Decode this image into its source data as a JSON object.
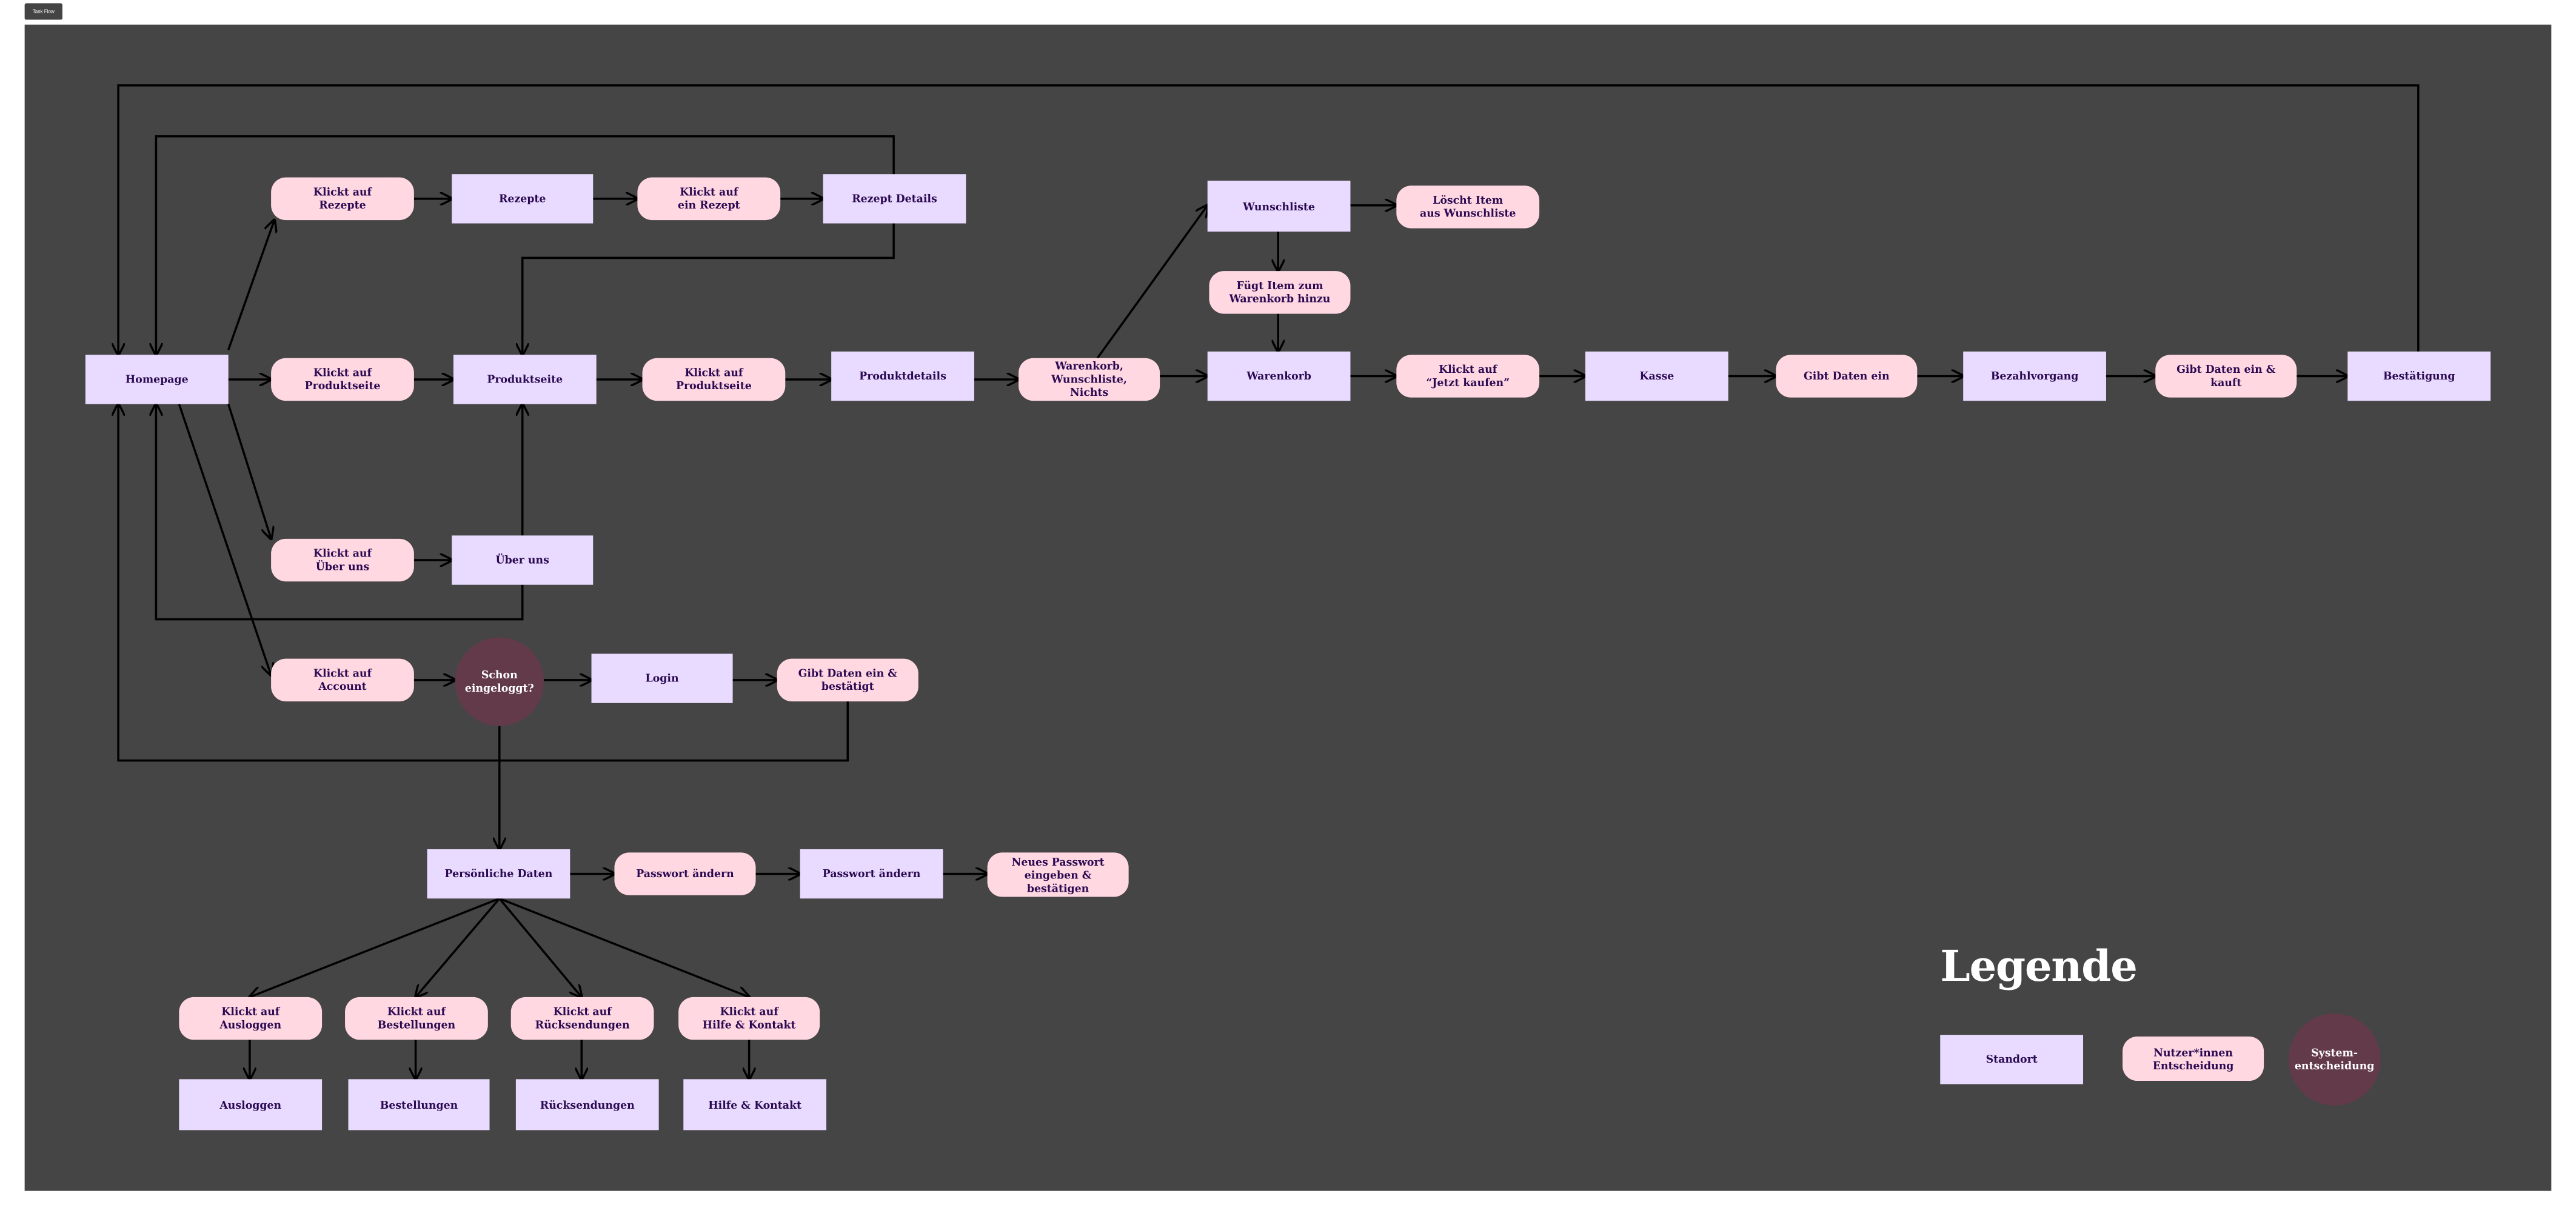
{
  "toolbar": {
    "task_flow_label": "Task Flow"
  },
  "colors": {
    "background": "#454545",
    "standort": "#e9dbff",
    "entscheidung": "#ffd8e2",
    "system": "#633a4a",
    "text": "#2b0a52"
  },
  "nodes": {
    "homepage": "Homepage",
    "klickt_rezepte": "Klickt auf\nRezepte",
    "rezepte": "Rezepte",
    "klickt_ein_rezept": "Klickt auf\nein Rezept",
    "rezept_details": "Rezept Details",
    "klickt_produktseite": "Klickt auf\nProduktseite",
    "produktseite": "Produktseite",
    "klickt_produktseite_2": "Klickt auf\nProduktseite",
    "produktdetails": "Produktdetails",
    "warenkorb_wunschliste_nichts": "Warenkorb,\nWunschliste,\nNichts",
    "wunschliste": "Wunschliste",
    "loescht_item": "Löscht Item\naus Wunschliste",
    "fuegt_item": "Fügt Item zum\nWarenkorb hinzu",
    "warenkorb": "Warenkorb",
    "klickt_jetzt_kaufen": "Klickt auf\n“Jetzt kaufen”",
    "kasse": "Kasse",
    "gibt_daten_ein": "Gibt Daten ein",
    "bezahlvorgang": "Bezahlvorgang",
    "gibt_daten_kauft": "Gibt Daten ein &\nkauft",
    "bestaetigung": "Bestätigung",
    "klickt_ueber_uns": "Klickt auf\nÜber uns",
    "ueber_uns": "Über uns",
    "klickt_account": "Klickt auf\nAccount",
    "schon_eingeloggt": "Schon\neingeloggt?",
    "login": "Login",
    "gibt_daten_bestaetigt": "Gibt Daten ein &\nbestätigt",
    "persoenliche_daten": "Persönliche Daten",
    "passwort_aendern_click": "Passwort ändern",
    "passwort_aendern": "Passwort ändern",
    "neues_passwort": "Neues Passwort\neingeben &\nbestätigen",
    "klickt_ausloggen": "Klickt auf\nAusloggen",
    "klickt_bestellungen": "Klickt auf\nBestellungen",
    "klickt_ruecksendungen": "Klickt auf\nRücksendungen",
    "klickt_hilfe": "Klickt auf\nHilfe & Kontakt",
    "ausloggen": "Ausloggen",
    "bestellungen": "Bestellungen",
    "ruecksendungen": "Rücksendungen",
    "hilfe_kontakt": "Hilfe & Kontakt"
  },
  "legend": {
    "title": "Legende",
    "standort": "Standort",
    "nutzer_entscheidung": "Nutzer*innen\nEntscheidung",
    "system_entscheidung": "System-\nentscheidung"
  }
}
